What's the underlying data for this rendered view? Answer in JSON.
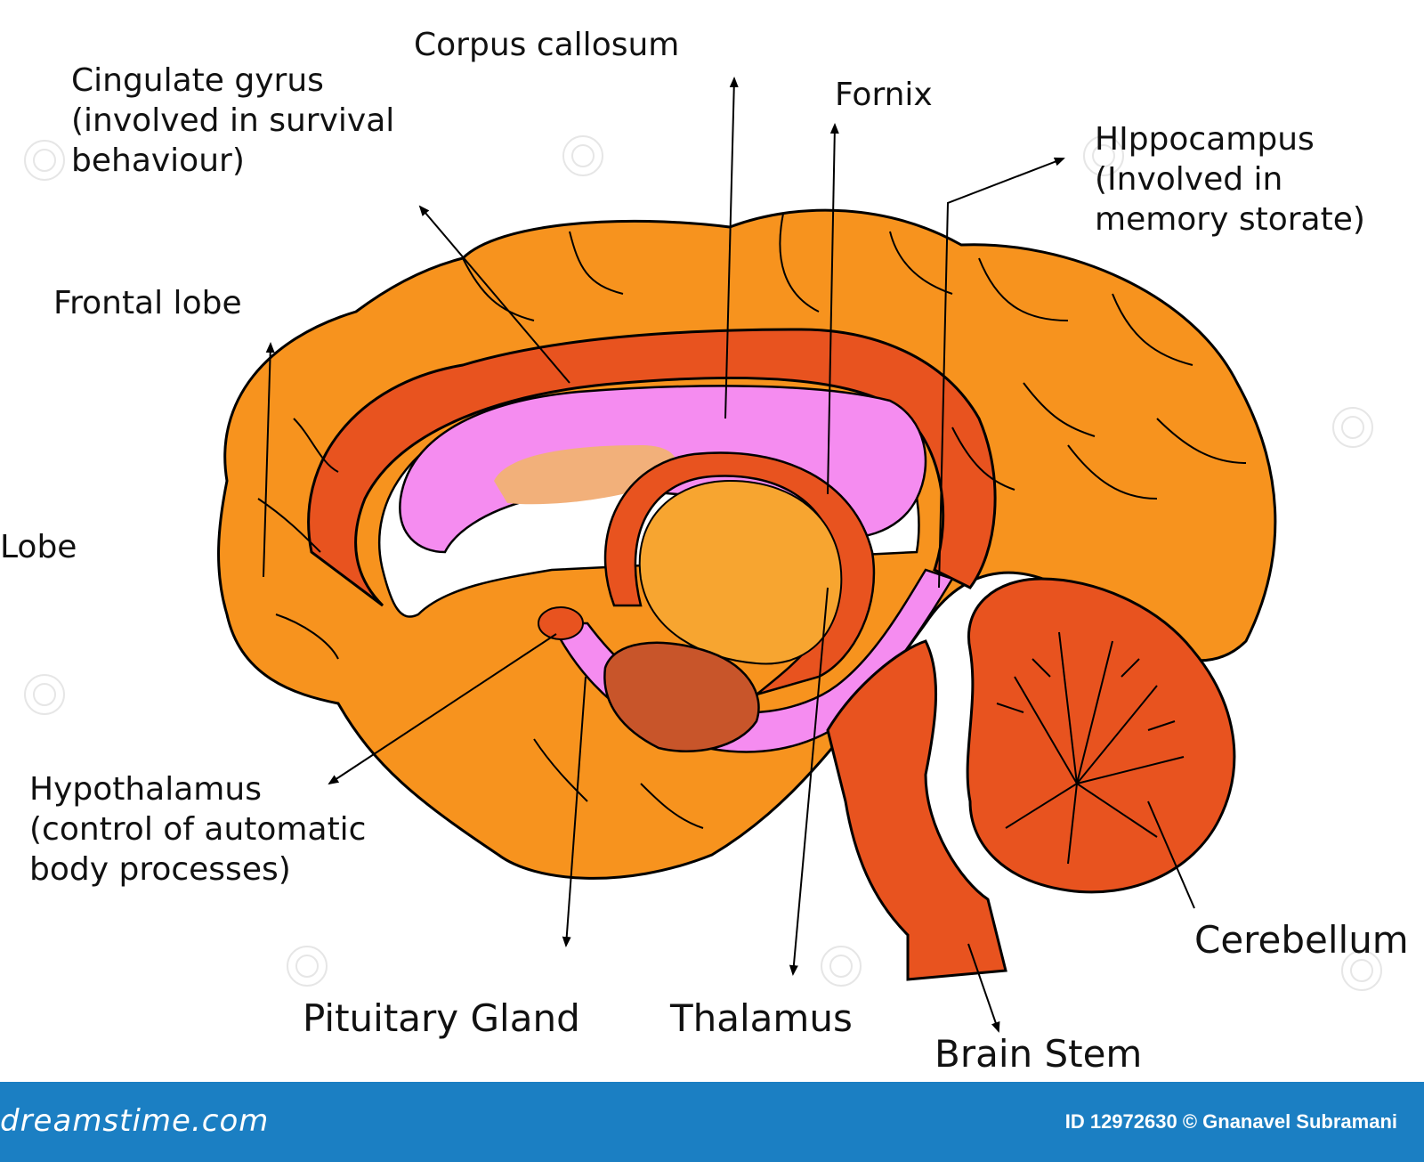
{
  "labels": {
    "corpus_callosum": "Corpus callosum",
    "cingulate_line1": "Cingulate gyrus",
    "cingulate_line2": "(involved in survival",
    "cingulate_line3": "behaviour)",
    "fornix": "Fornix",
    "hippocampus_line1": "HIppocampus",
    "hippocampus_line2": "(Involved in",
    "hippocampus_line3": "memory storate)",
    "frontal_lobe": "Frontal lobe",
    "lobe": "Lobe",
    "hypothalamus_line1": "Hypothalamus",
    "hypothalamus_line2": "(control of automatic",
    "hypothalamus_line3": "body processes)",
    "pituitary_gland": "Pituitary Gland",
    "thalamus": "Thalamus",
    "brain_stem": "Brain Stem",
    "cerebellum": "Cerebellum"
  },
  "footer": {
    "logo": "dreamstime.com",
    "credit": "ID 12972630 © Gnanavel Subramani"
  },
  "colors": {
    "cortex": "#f7931e",
    "gyrus": "#e8531f",
    "corpus_callosum": "#f58cf0",
    "thalamus": "#f7a530",
    "brainstem": "#e8531f",
    "footer_bg": "#1b7fc3"
  }
}
